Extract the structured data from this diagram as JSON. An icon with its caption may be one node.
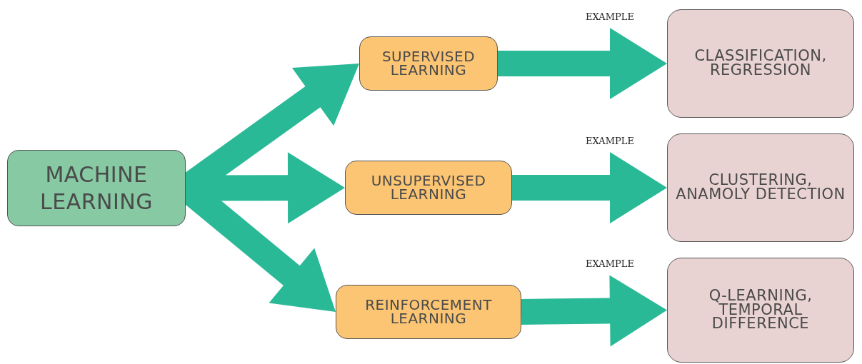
{
  "diagram": {
    "nodes": [
      {
        "text": [
          "MACHINE LEARNING"
        ]
      },
      {
        "text": [
          "SUPERVISED LEARNING"
        ]
      },
      {
        "text": [
          "UNSUPERVISED LEARNING"
        ]
      },
      {
        "text": [
          "REINFORCEMENT LEARNING"
        ]
      },
      {
        "text": [
          "CLASSIFICATION, REGRESSION"
        ]
      },
      {
        "text": [
          "CLUSTERING, ANAMOLY DETECTION"
        ]
      },
      {
        "text": [
          "Q-LEARNING, TEMPORAL DIFFERENCE"
        ]
      }
    ],
    "edges": [
      {
        "from": 0,
        "to": 1,
        "arrow": "to"
      },
      {
        "from": 0,
        "to": 2,
        "arrow": "to"
      },
      {
        "from": 0,
        "to": 3,
        "arrow": "to"
      },
      {
        "from": 1,
        "to": 4,
        "arrow": "to",
        "label": "EXAMPLE"
      },
      {
        "from": 2,
        "to": 5,
        "arrow": "to",
        "label": "EXAMPLE"
      },
      {
        "from": 3,
        "to": 6,
        "arrow": "to",
        "label": "EXAMPLE"
      }
    ]
  }
}
